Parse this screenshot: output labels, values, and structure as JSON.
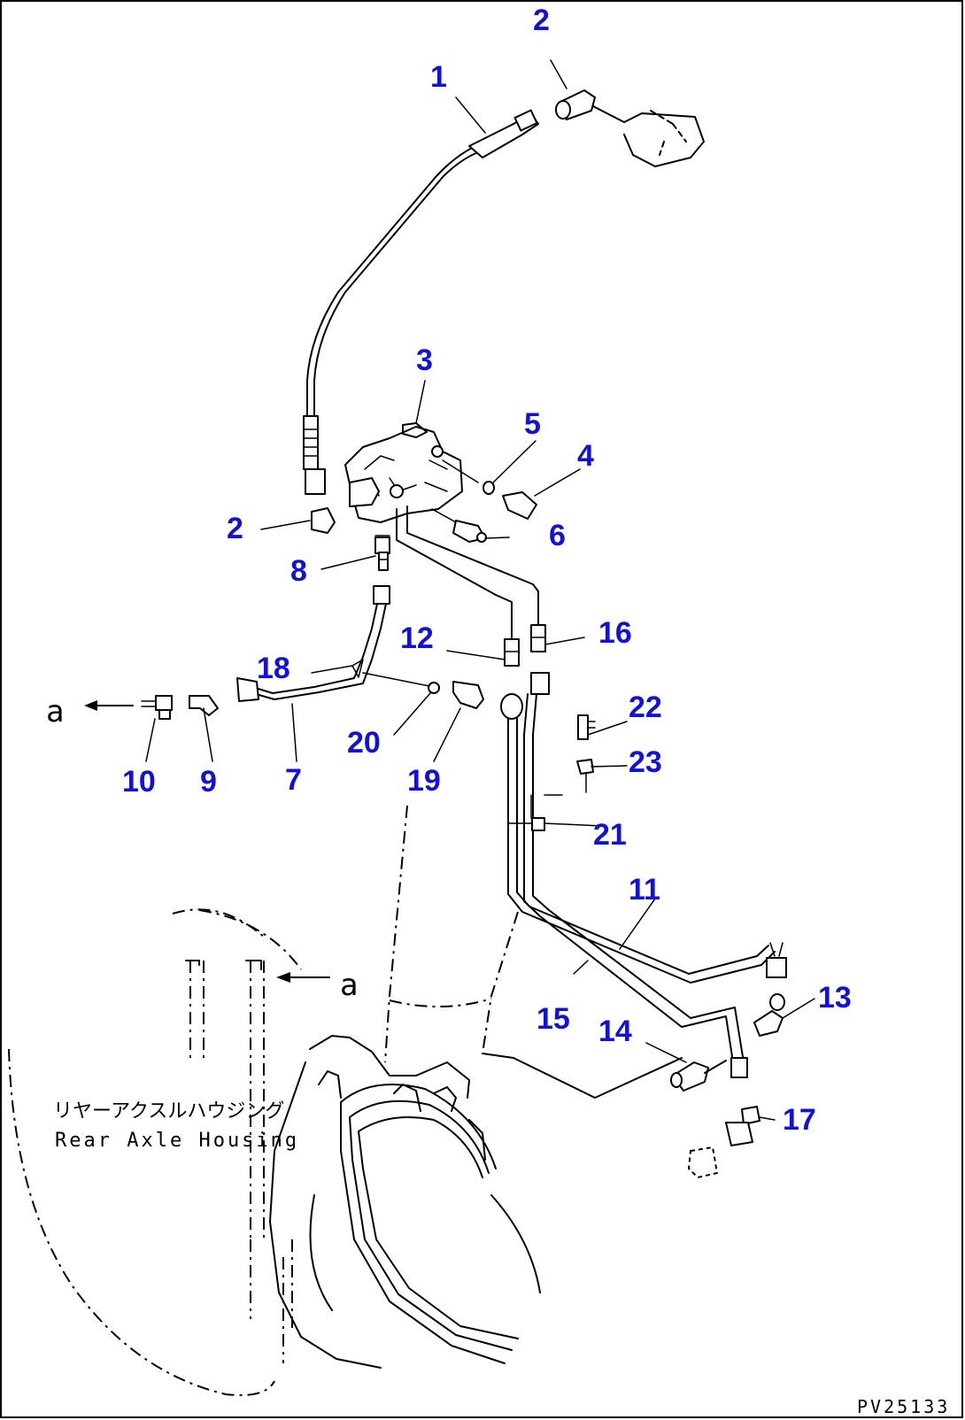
{
  "callouts": {
    "c1": "1",
    "c2a": "2",
    "c2b": "2",
    "c3": "3",
    "c4": "4",
    "c5": "5",
    "c6": "6",
    "c7": "7",
    "c8": "8",
    "c9": "9",
    "c10": "10",
    "c11": "11",
    "c12": "12",
    "c13": "13",
    "c14": "14",
    "c15": "15",
    "c16": "16",
    "c17": "17",
    "c18": "18",
    "c19": "19",
    "c20": "20",
    "c21": "21",
    "c22": "22",
    "c23": "23"
  },
  "labels": {
    "housing_jp": "リヤーアクスルハウジング",
    "housing_en": "Rear Axle Housing",
    "ref_a_left": "a",
    "ref_a_right": "a",
    "drawing_code": "PV25133"
  },
  "colors": {
    "callout": "#1010e0",
    "line": "#000000",
    "background": "#ffffff"
  }
}
